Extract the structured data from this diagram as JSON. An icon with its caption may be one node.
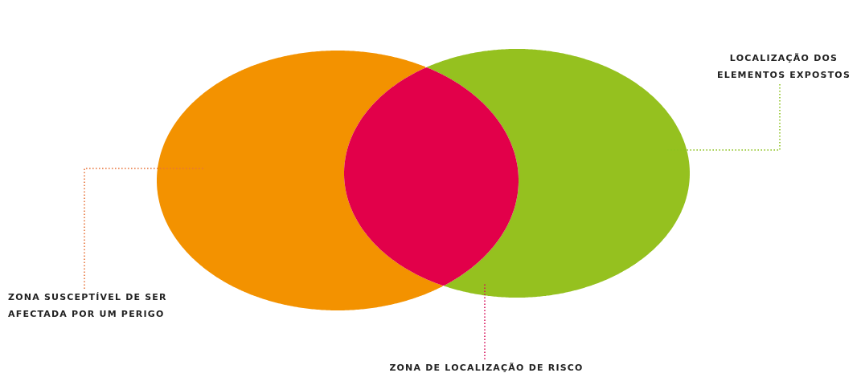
{
  "diagram": {
    "nodes": [
      {
        "text": [
          "LOCALIZAÇÃO DOS ELEMENTOS EXPOSTOS"
        ]
      },
      {
        "text": [],
        "shape": "circle"
      },
      {
        "text": [],
        "shape": "circle"
      },
      {
        "text": [],
        "shape": "circle"
      },
      {
        "text": [
          "ZONA SUSCEPTÍVEL DE SER AFECTADA POR UM PERIGO"
        ]
      },
      {
        "text": [
          "ZONA DE LOCALIZAÇÃO DE RISCO"
        ]
      }
    ],
    "edges": [
      {
        "from": 0,
        "to": 2,
        "arrow": "none",
        "style": "dashed",
        "color": "#8dc21f"
      },
      {
        "from": 4,
        "to": 1,
        "arrow": "none",
        "style": "dashed",
        "color": "#e8743a"
      },
      {
        "from": 5,
        "to": 3,
        "arrow": "none",
        "style": "dashed",
        "color": "#d6105a"
      }
    ]
  }
}
